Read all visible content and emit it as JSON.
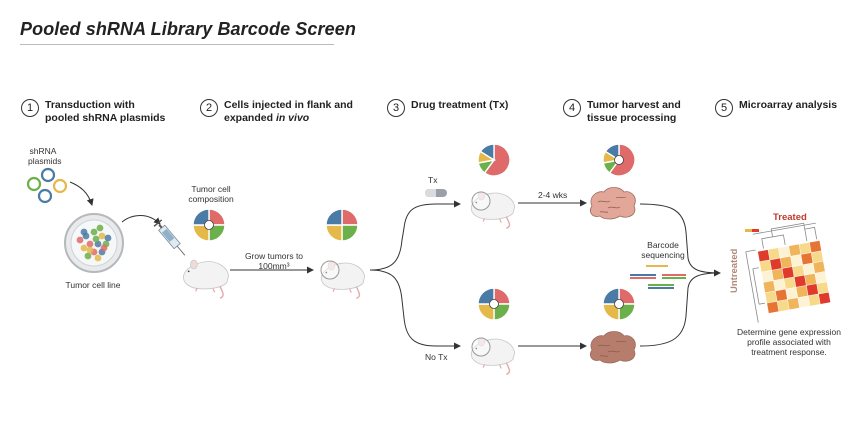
{
  "title": "Pooled shRNA Library Barcode Screen",
  "steps": [
    {
      "num": "1",
      "line1": "Transduction with",
      "line2": "pooled shRNA plasmids"
    },
    {
      "num": "2",
      "line1": "Cells injected in flank and",
      "line2_prefix": "expanded ",
      "line2_italic": "in vivo"
    },
    {
      "num": "3",
      "line1": "Drug treatment (Tx)"
    },
    {
      "num": "4",
      "line1": "Tumor harvest and",
      "line2": "tissue processing"
    },
    {
      "num": "5",
      "line1": "Microarray analysis"
    }
  ],
  "labels": {
    "shrna_1": "shRNA",
    "shrna_2": "plasmids",
    "tumor_cell_line": "Tumor cell line",
    "composition_1": "Tumor cell",
    "composition_2": "composition",
    "grow_1": "Grow tumors to",
    "grow_2": "100mm³",
    "tx": "Tx",
    "no_tx": "No Tx",
    "weeks": "2-4 wks",
    "barcode_1": "Barcode",
    "barcode_2": "sequencing",
    "treated": "Treated",
    "untreated": "Untreated",
    "profile_1": "Determine gene expression",
    "profile_2": "profile associated with",
    "profile_3": "treatment response."
  },
  "colors": {
    "blue": "#4a7ba6",
    "green": "#6bb04a",
    "yellow": "#e4b94a",
    "red": "#de6a6a",
    "orange": "#e07b3a",
    "red_heat": "#e03a2c",
    "tumor_pink": "#e3a79a",
    "tumor_brown": "#b77d6c"
  },
  "icons": {
    "plasmid": "plasmid-icon",
    "dish": "petri-dish-icon",
    "syringe": "syringe-icon",
    "mouse": "mouse-icon",
    "pie": "composition-pie-icon",
    "pill": "drug-pill-icon",
    "tumor": "tumor-icon",
    "dna": "dna-strand-icon",
    "heatmap": "heatmap-icon"
  }
}
